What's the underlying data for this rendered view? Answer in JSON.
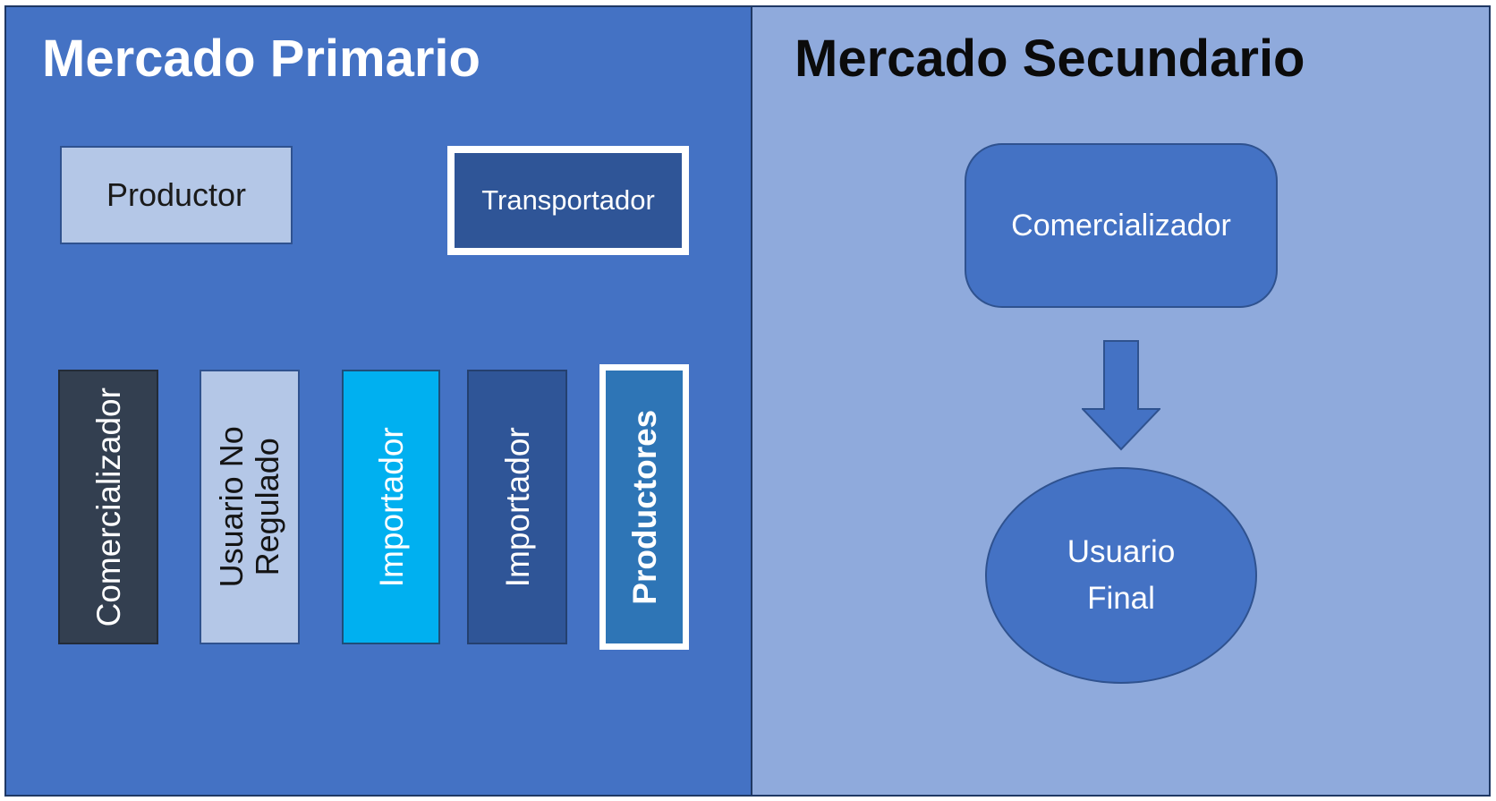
{
  "primary": {
    "title": "Mercado Primario",
    "productor_label": "Productor",
    "transportador_label": "Transportador",
    "vertical_boxes": [
      {
        "label": "Comercializador"
      },
      {
        "label": "Usuario No Regulado"
      },
      {
        "label": "Importador"
      },
      {
        "label": "Importador"
      },
      {
        "label": "Productores"
      }
    ]
  },
  "secondary": {
    "title": "Mercado Secundario",
    "comercializador_label": "Comercializador",
    "usuario_final_label": "Usuario Final"
  },
  "colors": {
    "primary_panel_bg": "#4472C4",
    "secondary_panel_bg": "#8FAADC",
    "panel_border": "#1F3864",
    "shape_border": "#2F528F",
    "light_box_fill": "#B4C7E7",
    "dark_blue_fill": "#2F5597",
    "charcoal_fill": "#333F50",
    "cyan_fill": "#00B0F0",
    "steel_blue_fill": "#2E75B6",
    "accent_shape_fill": "#4472C4",
    "highlight_border": "#FFFFFF"
  }
}
